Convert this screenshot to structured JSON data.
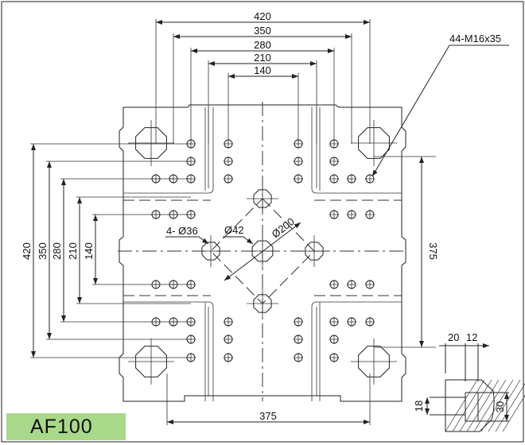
{
  "title": "Platen mounting dimensions",
  "model": "AF100",
  "top_dims": [
    "420",
    "350",
    "280",
    "210",
    "140"
  ],
  "left_dims": [
    "420",
    "350",
    "280",
    "210",
    "140"
  ],
  "right_dim": "375",
  "bottom_dim": "375",
  "thread_callout": "44-M16x35",
  "ejector_holes": "4- Ø36",
  "center_hole": "Ø42",
  "pcd": "Ø200",
  "section": {
    "w1": "20",
    "w2": "12",
    "h1": "18",
    "h2": "30"
  },
  "accent_color": "#a8d88a"
}
